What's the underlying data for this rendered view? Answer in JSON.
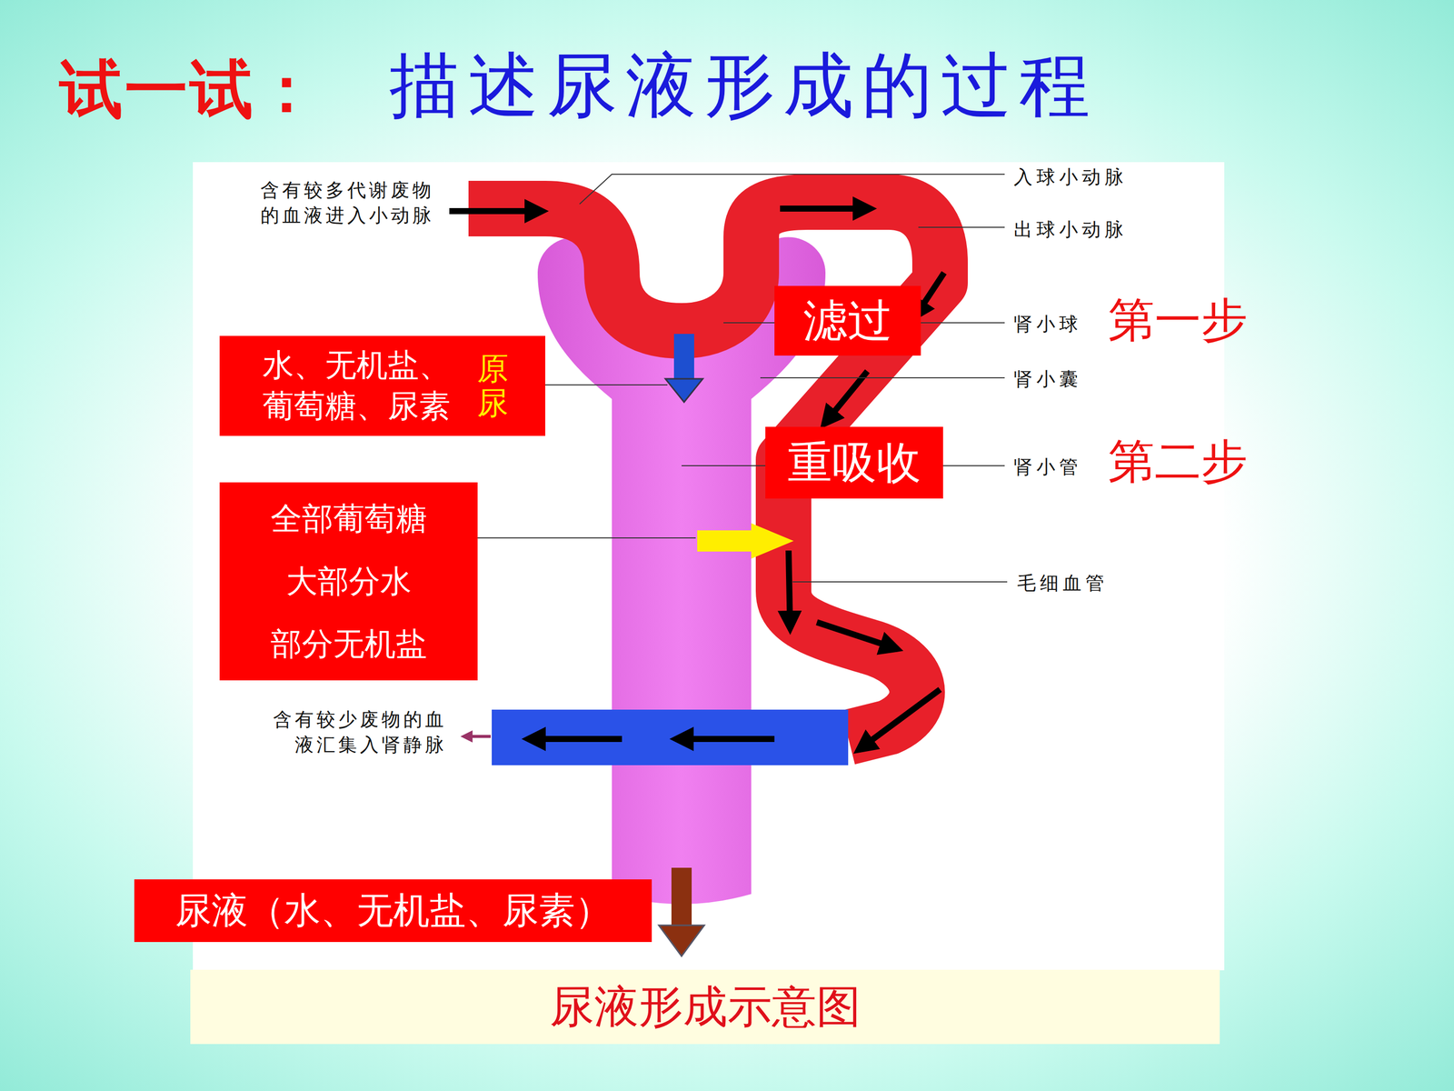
{
  "diagram": {
    "title": "描述尿液形成的过程",
    "caption": "尿液形成示意图",
    "nodes": [
      {
        "text": [
          "滤过"
        ]
      },
      {
        "text": [
          "水、无机盐、 葡萄糖、尿素",
          "原尿"
        ]
      },
      {
        "text": [
          "重吸收"
        ]
      },
      {
        "text": [
          "全部葡萄糖 大部分水 部分无机盐"
        ]
      },
      {
        "text": [
          "尿液（水、无机盐、尿素）"
        ]
      }
    ],
    "labels": [
      "试一试：",
      "含有较多代谢废物的血液进入小动脉",
      "入球小动脉",
      "出球小动脉",
      "肾小球",
      "第一步",
      "肾小囊",
      "肾小管",
      "第二步",
      "毛细血管",
      "含有较少废物的血液汇集入肾静脉"
    ]
  }
}
